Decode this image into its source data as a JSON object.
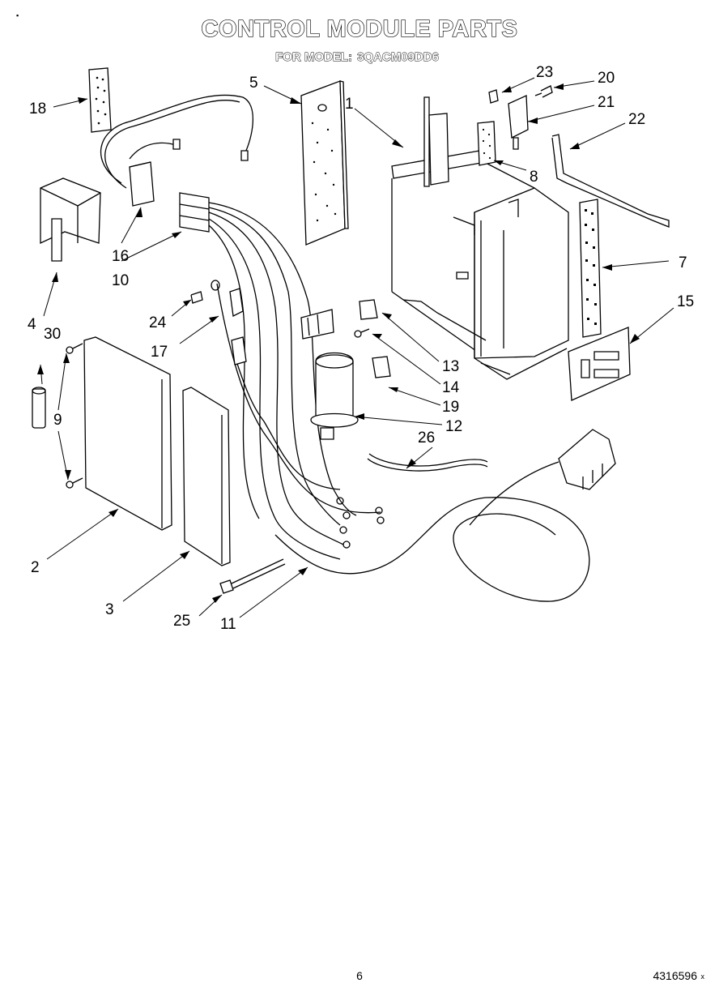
{
  "header": {
    "title": "CONTROL MODULE PARTS",
    "model_prefix": "FOR MODEL:",
    "model_number": "3QACM09DD6"
  },
  "callouts": [
    "18",
    "5",
    "1",
    "23",
    "20",
    "21",
    "22",
    "16",
    "10",
    "8",
    "4",
    "30",
    "24",
    "17",
    "7",
    "15",
    "13",
    "14",
    "19",
    "12",
    "9",
    "26",
    "2",
    "3",
    "25",
    "11"
  ],
  "footer": {
    "page_number": "6",
    "document_number": "4316596",
    "corner_mark": "▪",
    "trailing_mark": "x"
  }
}
